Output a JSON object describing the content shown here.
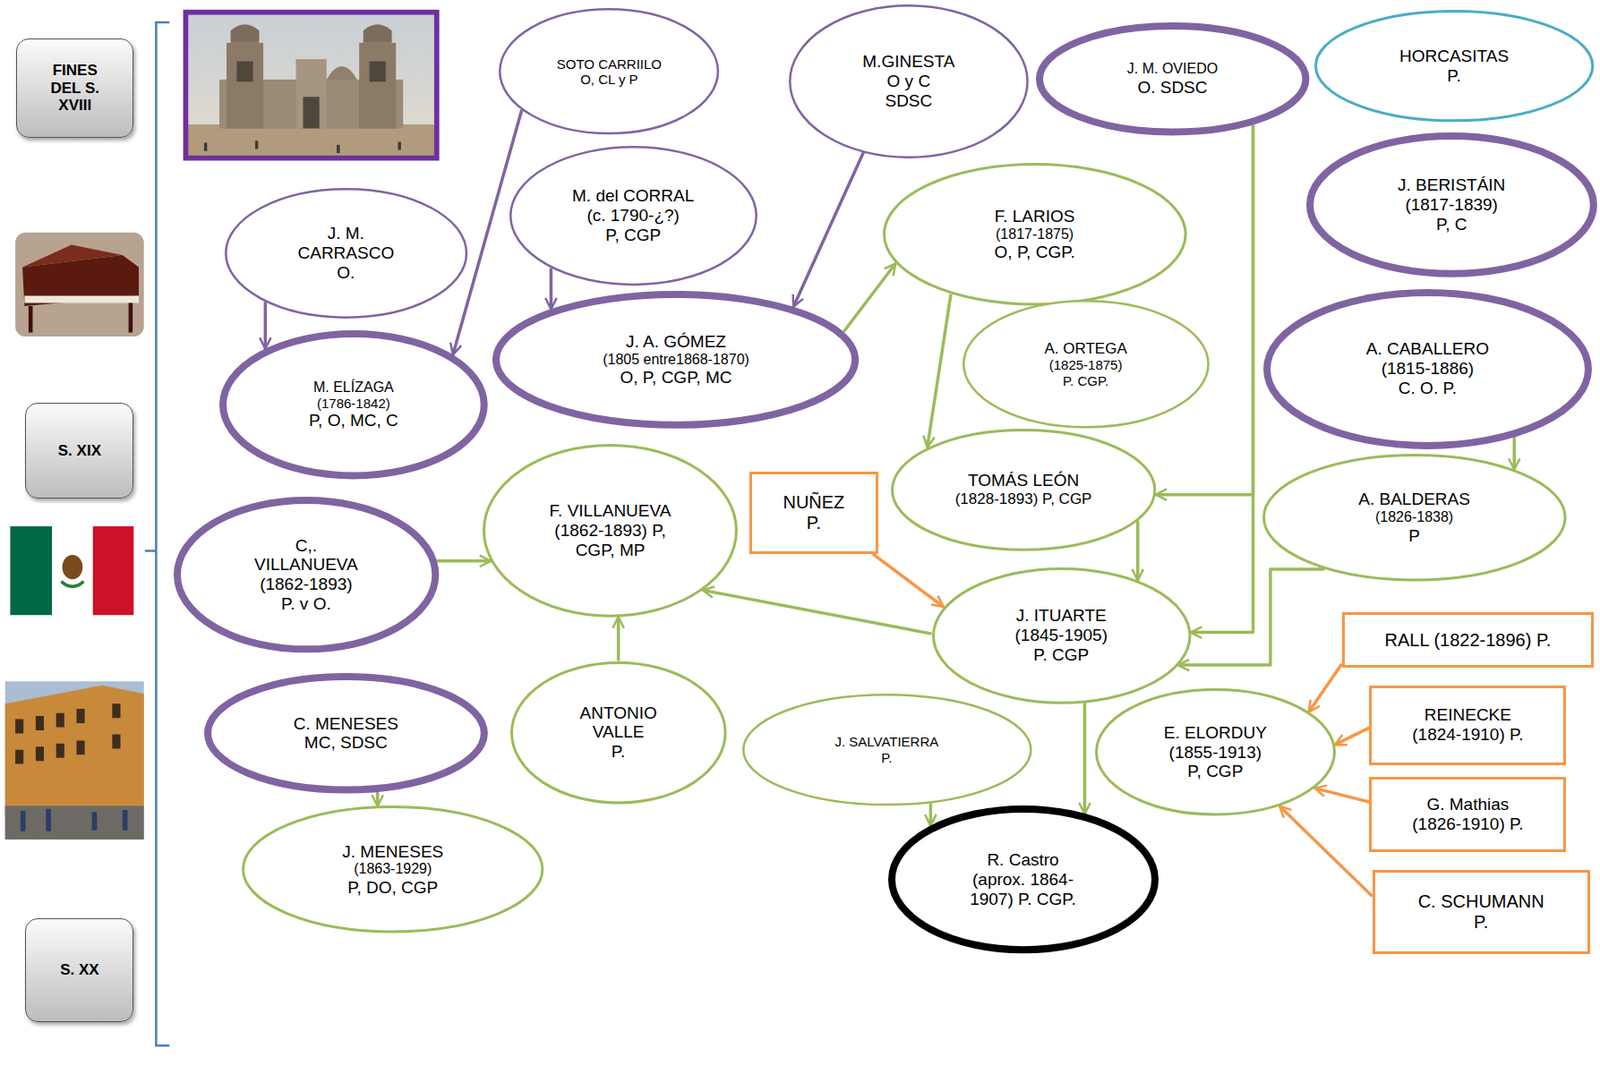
{
  "diagram": {
    "nodes": [
      {
        "text": [
          "FINES DEL S. XVIII"
        ]
      },
      {
        "text": [
          "S. XIX"
        ]
      },
      {
        "text": [
          "S. XX"
        ]
      },
      {
        "text": [
          "SOTO CARRIILO",
          "O, CL y P"
        ]
      },
      {
        "text": [
          "M.GINESTA",
          "O y C",
          "SDSC"
        ]
      },
      {
        "text": [
          "J. M. OVIEDO",
          "O. SDSC"
        ]
      },
      {
        "text": [
          "HORCASITAS",
          "P."
        ]
      },
      {
        "text": [
          "M. del CORRAL",
          "(c. 1790-¿?)",
          "P, CGP"
        ]
      },
      {
        "text": [
          "J. M. CARRASCO",
          "O."
        ]
      },
      {
        "text": [
          "F. LARIOS",
          "(1817-1875)",
          "O, P, CGP."
        ]
      },
      {
        "text": [
          "J. BERISTÁIN",
          "(1817-1839)",
          "P, C"
        ]
      },
      {
        "text": [
          "J. A. GÓMEZ",
          "(1805 entre1868-1870)",
          "O, P, CGP, MC"
        ]
      },
      {
        "text": [
          "A. ORTEGA",
          "(1825-1875)",
          "P. CGP."
        ]
      },
      {
        "text": [
          "A. CABALLERO",
          "(1815-1886)",
          "C. O. P."
        ]
      },
      {
        "text": [
          "M. ELÍZAGA",
          "(1786-1842)",
          "P, O, MC, C"
        ]
      },
      {
        "text": [
          "TOMÁS LEÓN",
          "(1828-1893) P, CGP"
        ]
      },
      {
        "text": [
          "NUÑEZ",
          "P."
        ]
      },
      {
        "text": [
          "A. BALDERAS",
          "(1826-1838)",
          "P"
        ]
      },
      {
        "text": [
          "C,. VILLANUEVA",
          "(1862-1893)",
          "P. v O."
        ]
      },
      {
        "text": [
          "F. VILLANUEVA",
          "(1862-1893) P, CGP, MP"
        ]
      },
      {
        "text": [
          "J. ITUARTE",
          "(1845-1905)",
          "P. CGP"
        ]
      },
      {
        "text": [
          "RALL (1822-1896) P."
        ]
      },
      {
        "text": [
          "C. MENESES",
          "MC, SDSC"
        ]
      },
      {
        "text": [
          "ANTONIO VALLE",
          "P."
        ]
      },
      {
        "text": [
          "J. SALVATIERRA",
          "P."
        ]
      },
      {
        "text": [
          "E. ELORDUY",
          "(1855-1913)",
          "P, CGP"
        ]
      },
      {
        "text": [
          "REINECKE",
          "(1824-1910) P."
        ]
      },
      {
        "text": [
          "G. Mathias",
          "(1826-1910) P."
        ]
      },
      {
        "text": [
          "J. MENESES",
          "(1863-1929)",
          "P, DO, CGP"
        ]
      },
      {
        "text": [
          "R. Castro",
          "(aprox. 1864-1907) P. CGP."
        ]
      },
      {
        "text": [
          "C. SCHUMANN",
          "P."
        ]
      }
    ],
    "edges": [
      {
        "from": 8,
        "to": 14,
        "arrow": "to"
      },
      {
        "from": 3,
        "to": 14,
        "arrow": "to"
      },
      {
        "from": 7,
        "to": 11,
        "arrow": "to"
      },
      {
        "from": 4,
        "to": 11,
        "arrow": "to"
      },
      {
        "from": 11,
        "to": 9,
        "arrow": "to"
      },
      {
        "from": 9,
        "to": 15,
        "arrow": "to"
      },
      {
        "from": 5,
        "to": 15,
        "arrow": "to"
      },
      {
        "from": 5,
        "to": 20,
        "arrow": "to"
      },
      {
        "from": 13,
        "to": 17,
        "arrow": "to"
      },
      {
        "from": 17,
        "to": 20,
        "arrow": "to"
      },
      {
        "from": 15,
        "to": 20,
        "arrow": "to"
      },
      {
        "from": 16,
        "to": 20,
        "arrow": "to"
      },
      {
        "from": 20,
        "to": 19,
        "arrow": "to"
      },
      {
        "from": 18,
        "to": 19,
        "arrow": "to"
      },
      {
        "from": 23,
        "to": 19,
        "arrow": "to"
      },
      {
        "from": 20,
        "to": 29,
        "arrow": "to"
      },
      {
        "from": 24,
        "to": 29,
        "arrow": "to"
      },
      {
        "from": 22,
        "to": 28,
        "arrow": "to"
      },
      {
        "from": 21,
        "to": 25,
        "arrow": "to"
      },
      {
        "from": 26,
        "to": 25,
        "arrow": "to"
      },
      {
        "from": 27,
        "to": 25,
        "arrow": "to"
      },
      {
        "from": 30,
        "to": 25,
        "arrow": "to"
      }
    ]
  }
}
